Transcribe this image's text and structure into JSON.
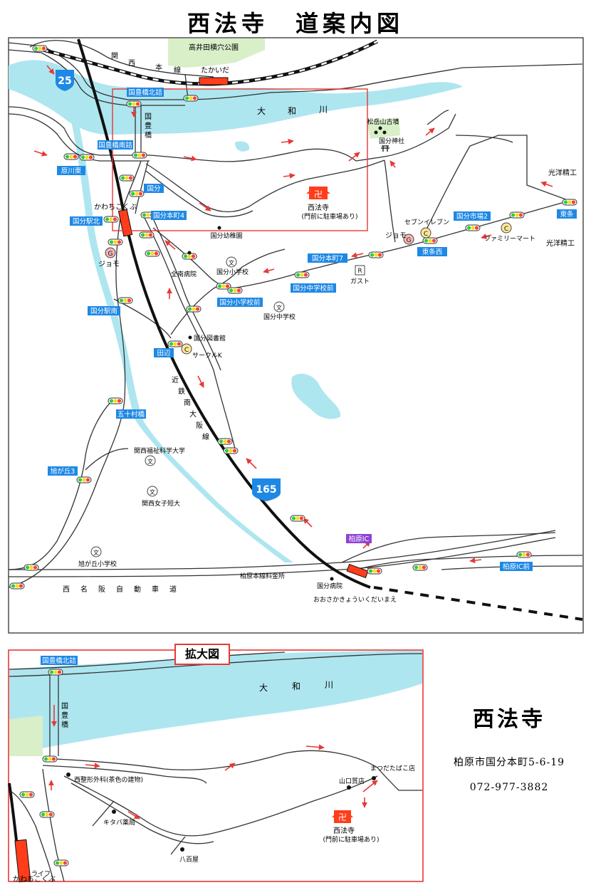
{
  "title": "西法寺　道案内図",
  "info": {
    "name": "西法寺",
    "address": "柏原市国分本町5-6-19",
    "phone": "072-977-3882"
  },
  "colors": {
    "river": "#aee6f0",
    "green": "#d8efc8",
    "badge": "#1e88e5",
    "badge_purple": "#8e44d6",
    "temple": "#ff3d1a",
    "arrow": "#e53935",
    "frame": "#e53935",
    "road": "#333333"
  },
  "main_map": {
    "route_25": "25",
    "route_165": "165",
    "river_name": [
      "大",
      "和",
      "川"
    ],
    "badges": {
      "kokubu_bashi_kita": "国豊橋北詰",
      "kokubu_bashi_minami": "国豊橋南詰",
      "haragawa_higashi": "原川東",
      "kokubu": "国分",
      "kokubu_eki_kita": "国分駅北",
      "kokubu_honmachi4": "国分本町4",
      "kokubu_honmachi7": "国分本町7",
      "kokubu_ichiba2": "国分市場2",
      "tojo": "東条",
      "tojo_nishi": "東条西",
      "chugakko_mae": "国分中学校前",
      "shogakko_mae": "国分小学校前",
      "kokubu_eki_minami": "国分駅南",
      "tanabe": "田辺",
      "gojumura_bashi": "五十村橋",
      "asahigaoka3": "旭が丘3",
      "kashiwara_ic": "柏原IC",
      "kashiwara_ic_mae": "柏原IC前"
    },
    "labels": {
      "park": "高井田横穴公園",
      "line_kansai": [
        "関",
        "西",
        "本",
        "線"
      ],
      "takaida": "たかいだ",
      "bridge_name": [
        "国",
        "豊",
        "橋"
      ],
      "kofun": "松岳山古墳",
      "shrine": "国分神社",
      "temple": "西法寺",
      "temple_note": "(門前に駐車場あり)",
      "kindergarten": "国分幼稚園",
      "kawachi_kokubu": "かわちこくぶ",
      "jomo": "ジョモ",
      "jomo2": "ジョモ",
      "hospital_zennan": "全南病院",
      "elementary": "国分小学校",
      "junior_high": "国分中学校",
      "library": "国分図書館",
      "circle_k": "サークルK",
      "seven": "セブンイレブン",
      "family": "ファミリーマート",
      "gusto": "ガスト",
      "koyo1": "光洋精工",
      "koyo2": "光洋精工",
      "kintetsu": [
        "近",
        "鉄",
        "南",
        "大",
        "阪",
        "線"
      ],
      "univ": "関西福祉科学大学",
      "junior_college": "関西女子短大",
      "asahi_elem": "旭が丘小学校",
      "salary": "柏原本線料金所",
      "kokubu_hospital": "国分病院",
      "osaka_kyoiku": "おおさかきょういくだいまえ",
      "meihan": [
        "西",
        "名",
        "阪",
        "自",
        "動",
        "車",
        "道"
      ],
      "symbol_bun": "文",
      "symbol_g": "G",
      "symbol_c": "C",
      "symbol_r": "R",
      "symbol_temple": "卍"
    }
  },
  "enlarged_map": {
    "label": "拡大図",
    "river_name": [
      "大",
      "和",
      "川"
    ],
    "badge_bridge": "国豊橋北詰",
    "bridge_name": [
      "国",
      "豊",
      "橋"
    ],
    "clinic": "西整形外科(茶色の建物)",
    "matsuda": "まつだたばこ店",
    "yamaguchi": "山口質店",
    "kitaba": "キタバ薬局",
    "yaoya": "八百屋",
    "life": "ライフ",
    "kawachi_kokubu": "かわちこくぶ",
    "temple": "西法寺",
    "temple_note": "(門前に駐車場あり)",
    "symbol_temple": "卍"
  }
}
